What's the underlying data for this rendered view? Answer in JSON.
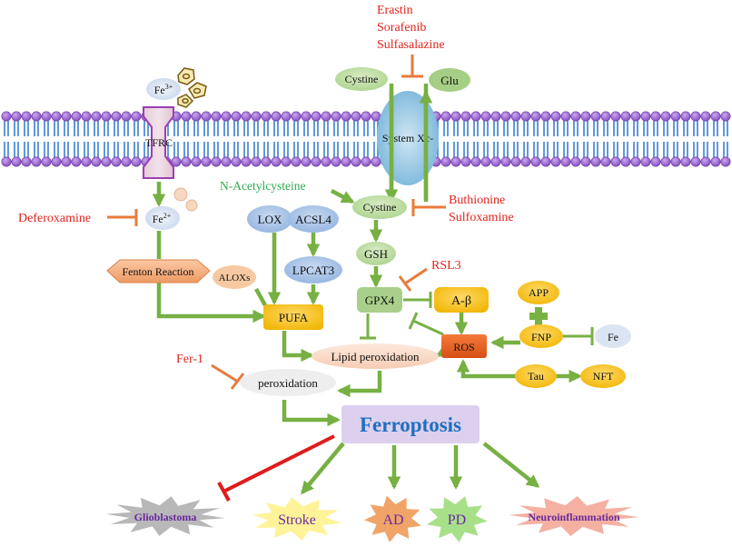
{
  "colors": {
    "arrow_green": "#77b043",
    "inhibitor_orange": "#e87b3c",
    "inhibitor_red": "#e01b1b",
    "drug_red": "#e0241e",
    "nac_green": "#2fa84f",
    "membrane_purple": "#8c4fc4",
    "membrane_blue": "#3e7fd0",
    "ferroptosis_blue": "#1f6fc0",
    "ferroptosis_box": "#dcd0ee"
  },
  "labels": {
    "fe3": "Fe",
    "fe3_sup": "3+",
    "tfrc": "TFRC",
    "fe2": "Fe",
    "fe2_sup": "2+",
    "deferoxamine": "Deferoxamine",
    "fenton": "Fenton Reaction",
    "aloxs": "ALOXs",
    "lox": "LOX",
    "acsl4": "ACSL4",
    "lpcat3": "LPCAT3",
    "pufa": "PUFA",
    "erastin": "Erastin",
    "sorafenib": "Sorafenib",
    "sulfasalazine": "Sulfasalazine",
    "cystine_out": "Cystine",
    "glu": "Glu",
    "system_xc": "System Xc-",
    "nac": "N-Acetylcysteine",
    "cystine_in": "Cystine",
    "buthionine": "Buthionine",
    "sulfoxamine": "Sulfoxamine",
    "gsh": "GSH",
    "rsl3": "RSL3",
    "gpx4": "GPX4",
    "abeta": "A-β",
    "app": "APP",
    "fnp": "FNP",
    "fe": "Fe",
    "ros": "ROS",
    "tau": "Tau",
    "nft": "NFT",
    "lipid_peroxidation": "Lipid peroxidation",
    "fer1": "Fer-1",
    "peroxidation": "peroxidation",
    "ferroptosis": "Ferroptosis",
    "glioblastoma": "Glioblastoma",
    "stroke": "Stroke",
    "ad": "AD",
    "pd": "PD",
    "neuroinflammation": "Neuroinflammation"
  }
}
